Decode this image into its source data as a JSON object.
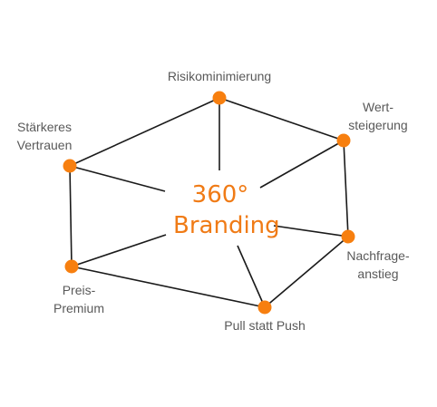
{
  "diagram": {
    "center": {
      "line1": "360°",
      "line2": "Branding"
    },
    "nodes": [
      {
        "id": "risikominimierung",
        "lines": [
          "Risikominimierung"
        ]
      },
      {
        "id": "wertsteigerung",
        "lines": [
          "Wert-",
          "steigerung"
        ]
      },
      {
        "id": "nachfrageanstieg",
        "lines": [
          "Nachfrage-",
          "anstieg"
        ]
      },
      {
        "id": "pull-statt-push",
        "lines": [
          "Pull statt Push"
        ]
      },
      {
        "id": "preis-premium",
        "lines": [
          "Preis-",
          "Premium"
        ]
      },
      {
        "id": "staerkeres-vertrauen",
        "lines": [
          "Stärkeres",
          "Vertrauen"
        ]
      }
    ],
    "colors": {
      "node": "#f77f0f",
      "edge": "#1a1a1a",
      "center_text": "#f07b16",
      "label_text": "#595959"
    }
  }
}
